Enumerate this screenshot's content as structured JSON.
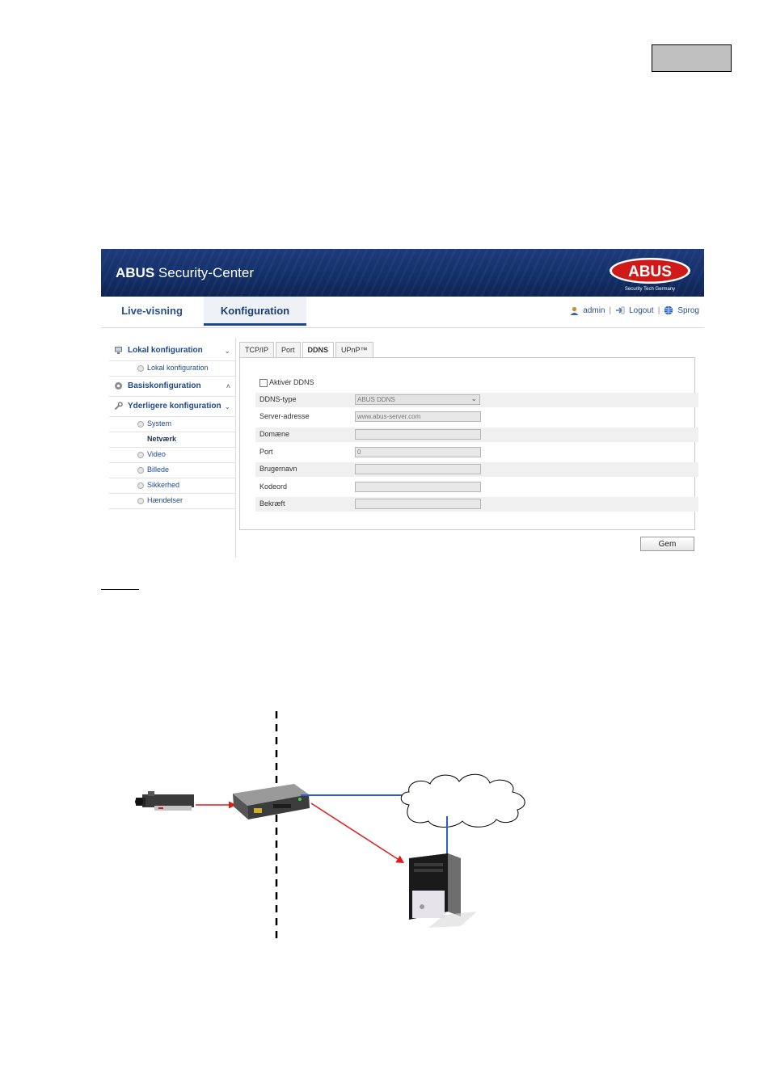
{
  "app": {
    "brand_bold": "ABUS",
    "brand_rest": " Security-Center",
    "logo_text": "ABUS",
    "logo_tagline": "Security Tech Germany"
  },
  "nav": {
    "live": "Live-visning",
    "config": "Konfiguration",
    "user": "admin",
    "logout": "Logout",
    "language": "Sprog"
  },
  "sidebar": {
    "local": {
      "label": "Lokal konfiguration",
      "items": [
        "Lokal konfiguration"
      ]
    },
    "basic": {
      "label": "Basiskonfiguration"
    },
    "advanced": {
      "label": "Yderligere konfiguration",
      "items": [
        "System",
        "Netværk",
        "Video",
        "Billede",
        "Sikkerhed",
        "Hændelser"
      ]
    }
  },
  "tabs": [
    "TCP/IP",
    "Port",
    "DDNS",
    "UPnP™"
  ],
  "form": {
    "enable_label": "Aktivér DDNS",
    "enabled": false,
    "ddns_type_label": "DDNS-type",
    "ddns_type_value": "ABUS DDNS",
    "server_label": "Server-adresse",
    "server_value": "www.abus-server.com",
    "domain_label": "Domæne",
    "domain_value": "",
    "port_label": "Port",
    "port_value": "0",
    "user_label": "Brugernavn",
    "user_value": "",
    "password_label": "Kodeord",
    "password_value": "",
    "confirm_label": "Bekræft",
    "confirm_value": ""
  },
  "save_label": "Gem",
  "colors": {
    "banner": "#14306a",
    "link": "#1e4a8c",
    "arrow_red": "#e11a1a",
    "link_blue": "#2d5bd6"
  }
}
